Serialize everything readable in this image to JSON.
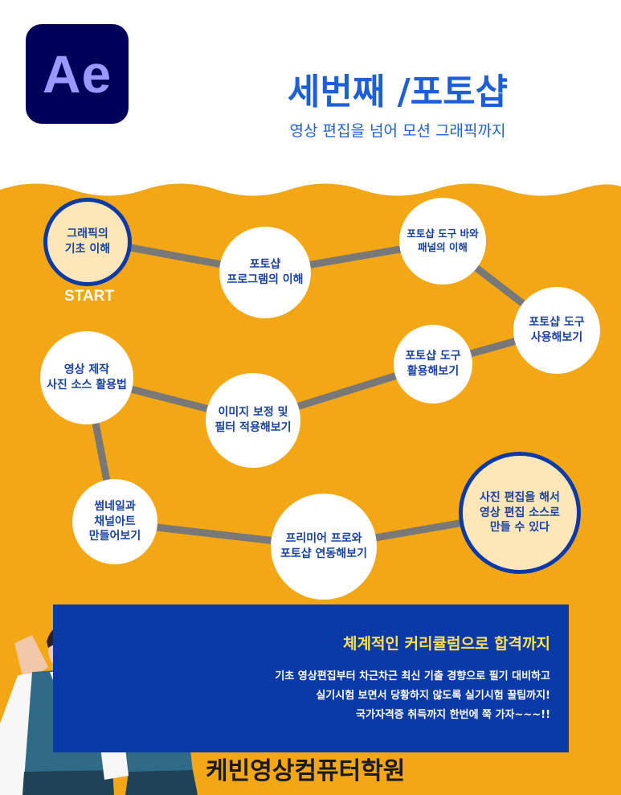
{
  "logo": {
    "text": "Ae",
    "bg_color": "#00005b",
    "text_color": "#9999ff"
  },
  "header": {
    "title": "세번째 /포토샵",
    "subtitle": "영상 편집을  넘어 모션 그래픽까지"
  },
  "roadmap": {
    "start_label": "START",
    "nodes": [
      {
        "id": "n1",
        "label": "그래픽의\n기초 이해",
        "special": true
      },
      {
        "id": "n2",
        "label": "포토샵\n프로그램의 이해"
      },
      {
        "id": "n3",
        "label": "포토샵 도구 바와\n패널의 이해"
      },
      {
        "id": "n4",
        "label": "포토샵 도구\n사용해보기"
      },
      {
        "id": "n5",
        "label": "포토샵 도구\n활용해보기"
      },
      {
        "id": "n6",
        "label": "이미지 보정 및\n필터 적용해보기"
      },
      {
        "id": "n7",
        "label": "영상 제작\n사진 소스 활용법"
      },
      {
        "id": "n8",
        "label": "썸네일과\n채널아트\n만들어보기"
      },
      {
        "id": "n9",
        "label": "프리미어 프로와\n포토샵 연동해보기"
      },
      {
        "id": "n10",
        "label": "사진 편집을 해서\n영상 편집 소스로\n만들 수 있다",
        "special": true
      }
    ]
  },
  "panel": {
    "title": "체계적인 커리큘럼으로 합격까지",
    "lines": [
      "기초 영상편집부터 차근차근 최신 기출 경향으로 필기 대비하고",
      "실기시험 보면서 당황하지 않도록 실기시험 꿀팁까지!",
      "국가자격증 취득까지 한번에 쭉 가자~~~!!"
    ]
  },
  "academy_name": "케빈영상컴퓨터학원",
  "colors": {
    "orange": "#f4a714",
    "navy": "#0a3aa8",
    "title_blue": "#1c5fd9",
    "connector": "#787878"
  }
}
